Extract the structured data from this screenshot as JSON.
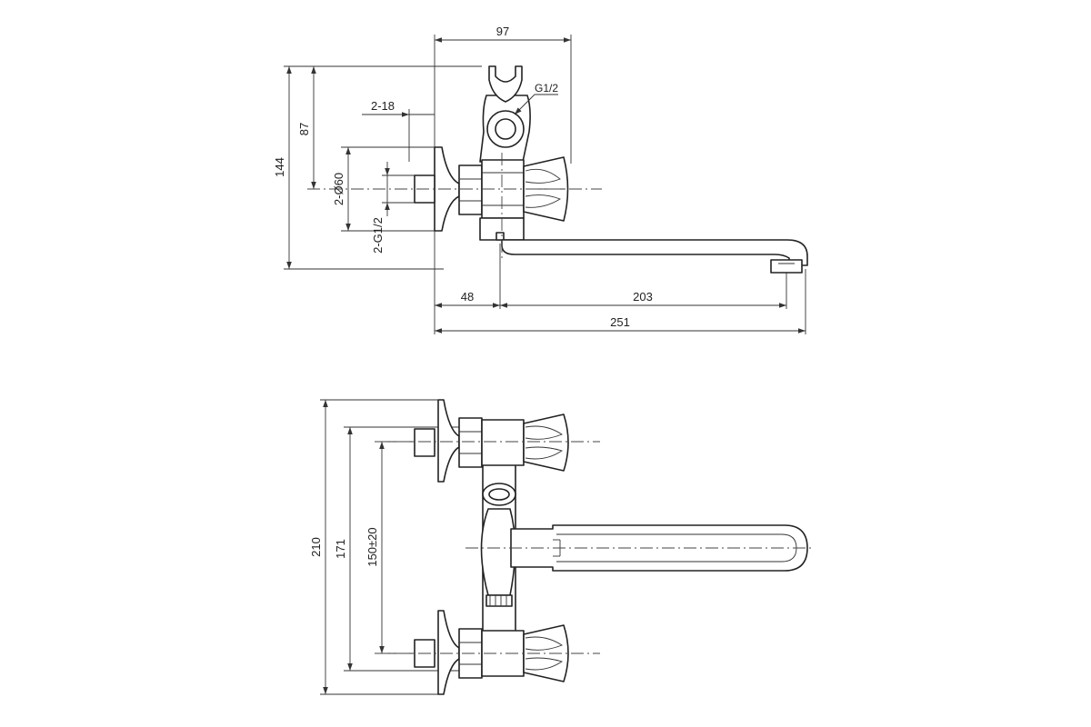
{
  "drawing": {
    "top_view": {
      "dims": {
        "width_97": "97",
        "height_144": "144",
        "height_87": "87",
        "nut_2_18": "2-18",
        "dia_2_60": "2-Ø60",
        "thread_2_g12": "2-G1/2",
        "thread_g12": "G1/2",
        "offset_48": "48",
        "spout_203": "203",
        "total_251": "251"
      }
    },
    "front_view": {
      "dims": {
        "height_210": "210",
        "height_171": "171",
        "spacing_150": "150±20"
      }
    }
  }
}
